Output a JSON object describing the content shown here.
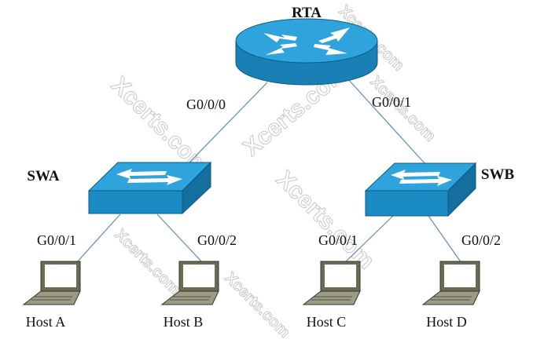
{
  "devices": {
    "router": {
      "label": "RTA"
    },
    "switch_a": {
      "label": "SWA"
    },
    "switch_b": {
      "label": "SWB"
    },
    "hosts": [
      {
        "label": "Host A"
      },
      {
        "label": "Host B"
      },
      {
        "label": "Host C"
      },
      {
        "label": "Host D"
      }
    ]
  },
  "interfaces": {
    "rta_to_swa": "G0/0/0",
    "rta_to_swb": "G0/0/1",
    "swa_host_a": "G0/0/1",
    "swa_host_b": "G0/0/2",
    "swb_host_c": "G0/0/1",
    "swb_host_d": "G0/0/2"
  },
  "watermark": "Xcerts.com",
  "colors": {
    "device_top": "#2ea3dc",
    "device_side": "#1a7fb5",
    "link": "#5a8fb0",
    "laptop": "#6b6b55"
  }
}
